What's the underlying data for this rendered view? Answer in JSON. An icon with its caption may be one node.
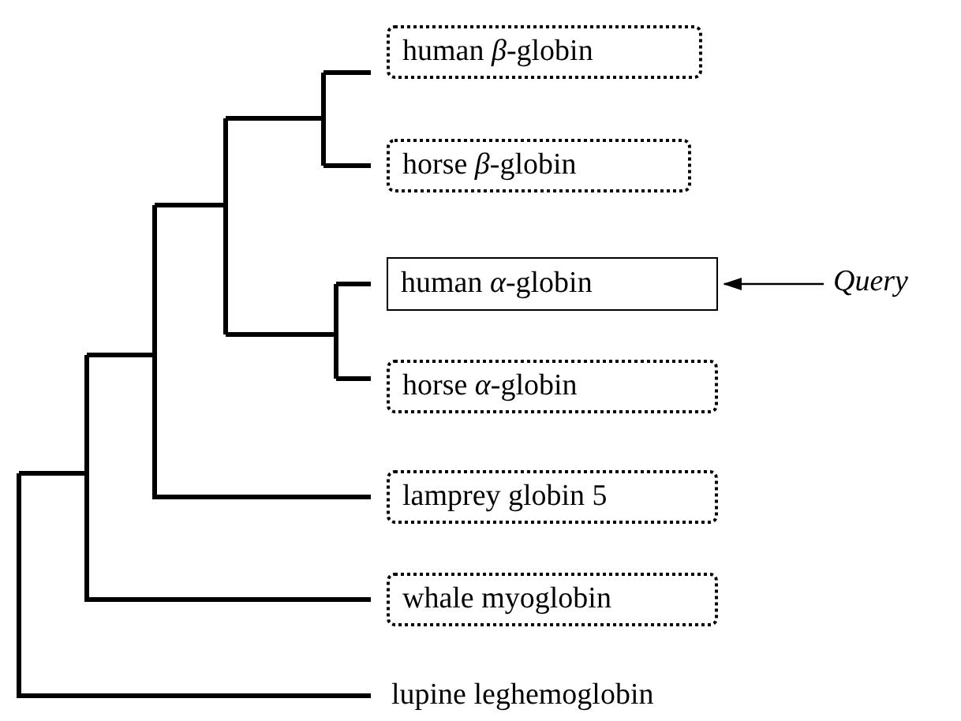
{
  "diagram": {
    "nodes": [
      {
        "text": [
          "human *β*-globin"
        ]
      },
      {
        "text": [
          "horse *β*-globin"
        ]
      },
      {
        "text": [
          "human *α*-globin"
        ]
      },
      {
        "text": [
          "horse *α*-globin"
        ]
      },
      {
        "text": [
          "lamprey globin 5"
        ]
      },
      {
        "text": [
          "whale myoglobin"
        ]
      },
      {
        "text": [
          "lupine leghemoglobin"
        ]
      },
      {
        "text": [
          "Query"
        ]
      }
    ],
    "edges": [
      {
        "from": 7,
        "to": 2,
        "arrow": "to"
      }
    ]
  }
}
